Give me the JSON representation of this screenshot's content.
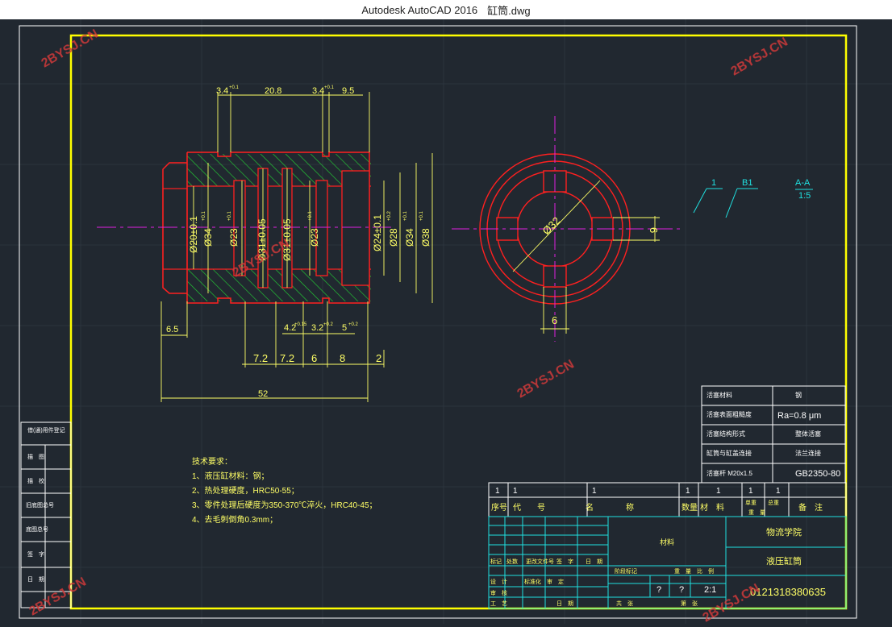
{
  "window": {
    "app_title": "Autodesk AutoCAD 2016",
    "file_name": "缸筒.dwg"
  },
  "colors": {
    "background": "#212830",
    "frame": "#ffff00",
    "geometry": "#ff2020",
    "dimension": "#ffff66",
    "hatch": "#22cc33",
    "centerline": "#e020e0",
    "table": "#20e0e0"
  },
  "watermark": "2BYSJ.CN",
  "dims": {
    "d34a": "3.4",
    "d34a_tol": "+0.1",
    "d208": "20.8",
    "d34b": "3.4",
    "d34b_tol": "+0.1",
    "d95": "9.5",
    "d65": "6.5",
    "d42": "4.2",
    "d42_tol": "+0.15",
    "d32": "3.2",
    "d32_tol": "+0.2",
    "d5": "5",
    "d5_tol": "+0.2",
    "b72a": "7.2",
    "b72b": "7.2",
    "b6": "6",
    "b8": "8",
    "b2": "2",
    "b52": "52",
    "v1": "Ø20±0.1",
    "v2": "Ø34",
    "v2_tol": "+0.1",
    "v3": "Ø23",
    "v3_tol": "+0.1",
    "v4": "Ø31±0.05",
    "v5": "Ø31±0.05",
    "v6": "Ø23",
    "v6_tol": "+0.1",
    "v7": "Ø24±0.1",
    "v8": "Ø28",
    "v8_tol": "+0.2",
    "v9": "Ø34",
    "v9_tol": "+0.1",
    "v10": "Ø38",
    "v10_tol": "+0.1",
    "r32": "Ø32",
    "r6a": "6",
    "r6b": "6"
  },
  "labels": {
    "l1": "1",
    "lb1": "B1",
    "laa": "A-A",
    "l15": "1:5"
  },
  "notes": {
    "title": "技术要求：",
    "n1": "1、液压缸材料：钢；",
    "n2": "2、热处理硬度，HRC50-55；",
    "n3": "3、零件处理后硬度为350-370℃淬火，HRC40-45；",
    "n4": "4、去毛刺倒角0.3mm；"
  },
  "side_labels": [
    "借(通)用件登记",
    "描　图",
    "描　校",
    "旧底图总号",
    "底图总号",
    "签　字",
    "日　期"
  ],
  "spec_table": {
    "r1": {
      "k": "活塞材料",
      "v": "钢"
    },
    "r2": {
      "k": "活塞表面粗糙度",
      "v": "Ra=0.8 μm"
    },
    "r3": {
      "k": "活塞结构形式",
      "v": "整体活塞"
    },
    "r4": {
      "k": "缸筒与缸盖连接",
      "v": "法兰连接"
    },
    "r5": {
      "k": "活塞杆 M20x1.5",
      "v": "GB2350-80"
    }
  },
  "title_block": {
    "row_seq": "1",
    "row_code": "1",
    "row_name": "1",
    "row_qty": "1",
    "row_mat": "1",
    "row_unit": "1",
    "row_total": "1",
    "h_seq": "序号",
    "h_code": "代　　号",
    "h_name": "名　　　　称",
    "h_qty": "数量",
    "h_mat": "材　料",
    "h_single": "单重",
    "h_total": "总重",
    "h_weight": "重　量",
    "h_note": "备　注",
    "material": "材料",
    "school": "物流学院",
    "part": "液压缸筒",
    "mark": "标记",
    "count": "处数",
    "file": "更改文件号",
    "sign": "签　字",
    "date": "日　期",
    "design": "设　计",
    "std": "标准化",
    "review": "审　定",
    "check": "审　核",
    "process": "工　艺",
    "date2": "日　期",
    "stage": "阶段标记",
    "weight": "重　量",
    "ratio": "比　例",
    "q1": "?",
    "q2": "?",
    "scale": "2:1",
    "sheets": "共　张",
    "sheet": "第　张",
    "drawing_no": "0121318380635"
  }
}
